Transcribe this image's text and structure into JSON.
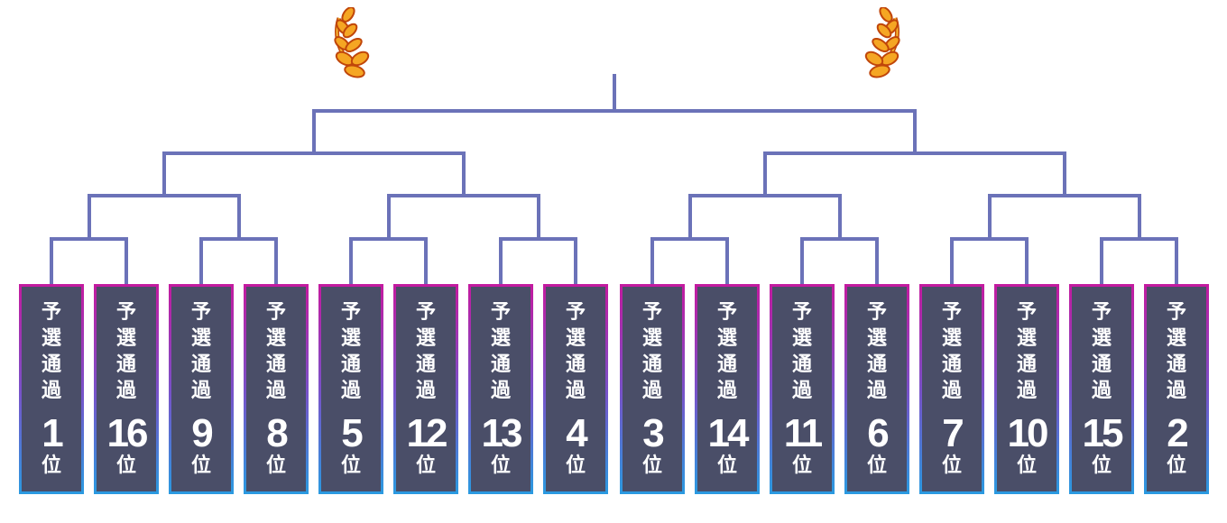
{
  "bracket": {
    "seeds": [
      {
        "label": "予選通過",
        "rank": "1",
        "suffix": "位"
      },
      {
        "label": "予選通過",
        "rank": "16",
        "suffix": "位"
      },
      {
        "label": "予選通過",
        "rank": "9",
        "suffix": "位"
      },
      {
        "label": "予選通過",
        "rank": "8",
        "suffix": "位"
      },
      {
        "label": "予選通過",
        "rank": "5",
        "suffix": "位"
      },
      {
        "label": "予選通過",
        "rank": "12",
        "suffix": "位"
      },
      {
        "label": "予選通過",
        "rank": "13",
        "suffix": "位"
      },
      {
        "label": "予選通過",
        "rank": "4",
        "suffix": "位"
      },
      {
        "label": "予選通過",
        "rank": "3",
        "suffix": "位"
      },
      {
        "label": "予選通過",
        "rank": "14",
        "suffix": "位"
      },
      {
        "label": "予選通過",
        "rank": "11",
        "suffix": "位"
      },
      {
        "label": "予選通過",
        "rank": "6",
        "suffix": "位"
      },
      {
        "label": "予選通過",
        "rank": "7",
        "suffix": "位"
      },
      {
        "label": "予選通過",
        "rank": "10",
        "suffix": "位"
      },
      {
        "label": "予選通過",
        "rank": "15",
        "suffix": "位"
      },
      {
        "label": "予選通過",
        "rank": "2",
        "suffix": "位"
      }
    ]
  },
  "colors": {
    "line": "#6b72b8",
    "box_fill": "#4a4e68",
    "border_top": "#c41a9f",
    "border_bottom": "#2a9ae0",
    "laurel": "#f5a623"
  },
  "icons": {
    "left": "laurel-left-icon",
    "right": "laurel-right-icon"
  }
}
